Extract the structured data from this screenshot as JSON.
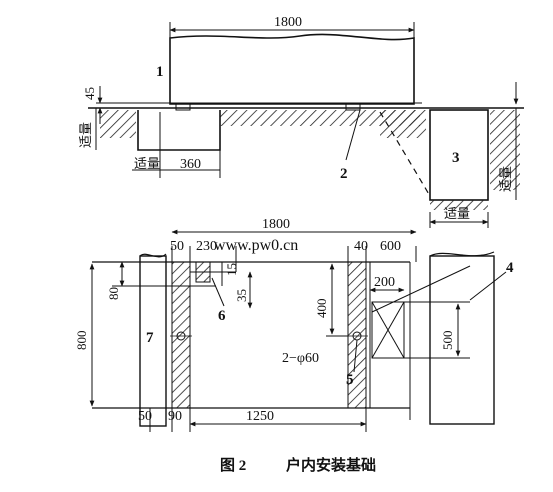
{
  "top_view": {
    "dim_width": "1800",
    "dim_height": "45",
    "dim_left_block": "360",
    "label_variable": "适量",
    "part_numbers": [
      "1",
      "2",
      "3"
    ]
  },
  "bottom_view": {
    "dim_width": "1800",
    "dim_50_left": "50",
    "dim_230": "230",
    "dim_40": "40",
    "dim_600": "600",
    "dim_200": "200",
    "dim_15": "15",
    "dim_35": "35",
    "dim_80": "80",
    "dim_800": "800",
    "dim_400": "400",
    "dim_500": "500",
    "dim_50_bottom": "50",
    "dim_90": "90",
    "dim_1250": "1250",
    "hole_spec": "2−φ60",
    "part_numbers": [
      "4",
      "5",
      "6",
      "7"
    ]
  },
  "watermark": "www.pw0.cn",
  "caption": {
    "figure_label": "图 2",
    "title": "户内安装基础"
  }
}
